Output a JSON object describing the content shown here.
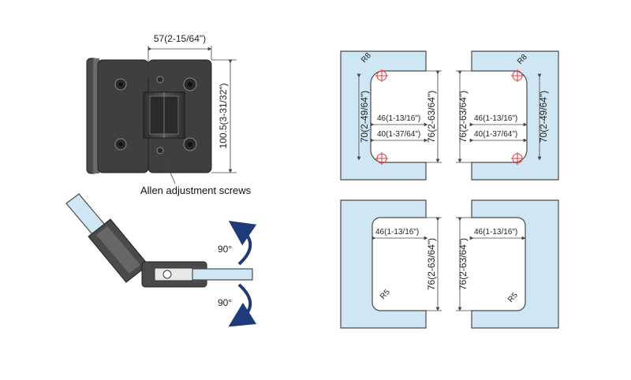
{
  "hinge": {
    "width_dim": "57(2-15/64\")",
    "height_dim": "100.5(3-31/32\")",
    "caption": "Allen adjustment screws"
  },
  "rotation": {
    "angle_up": "90°",
    "angle_down": "90°"
  },
  "cutouts": {
    "top_left": {
      "radius": "R8",
      "height_outer": "70(2-49/64\")",
      "width_outer": "46(1-13/16\")",
      "width_inner": "40(1-37/64\")",
      "height_inner": "76(2-63/64\")"
    },
    "top_right": {
      "radius": "R8",
      "height_inner": "76(2-63/64\")",
      "width_outer": "46(1-13/16\")",
      "width_inner": "40(1-37/64\")",
      "height_outer": "70(2-49/64\")"
    },
    "bottom_left": {
      "width": "46(1-13/16\")",
      "height": "76(2-63/64\")",
      "radius": "R5"
    },
    "bottom_right": {
      "height": "76(2-63/64\")",
      "width": "46(1-13/16\")",
      "radius": "R5"
    }
  },
  "colors": {
    "glass": "#cfe6f4",
    "hinge_body": "#3d3d3d",
    "arrow": "#1f3a78",
    "screw_mark": "#e23b3b"
  }
}
